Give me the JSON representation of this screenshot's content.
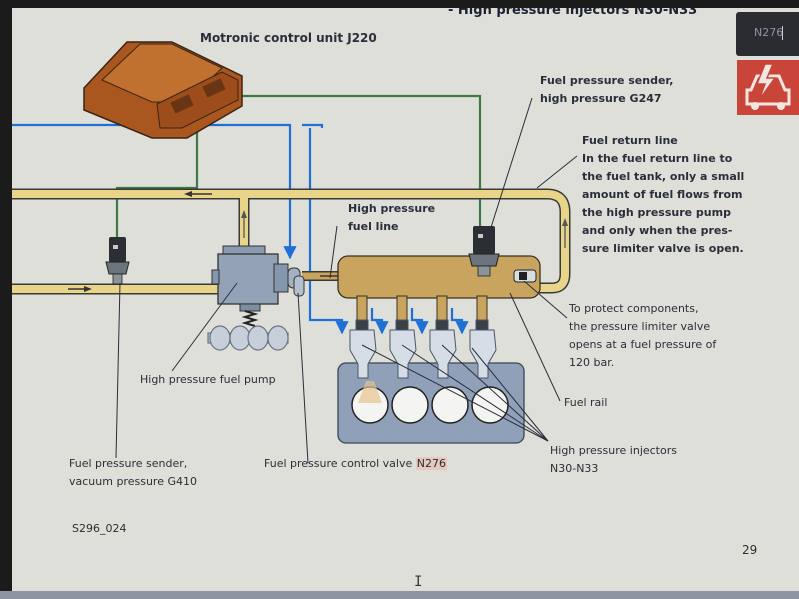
{
  "heading": "-   High pressure injectors N30-N33",
  "search": {
    "value": "N276"
  },
  "warning_icon": "electrical-warning-car-icon",
  "labels": {
    "ecu": "Motronic control unit J220",
    "g247_line1": "Fuel pressure sender,",
    "g247_line2": "high pressure G247",
    "return_title": "Fuel return line",
    "return_body": [
      "In the fuel return line to",
      "the fuel tank, only a small",
      "amount of fuel flows from",
      "the high pressure pump",
      "and only when the pres-",
      "sure limiter valve is open."
    ],
    "hp_line_1": "High pressure",
    "hp_line_2": "fuel line",
    "limiter": [
      "To protect components,",
      "the pressure limiter valve",
      "opens at a fuel pressure of",
      "120 bar."
    ],
    "fuel_rail": "Fuel rail",
    "injectors_1": "High pressure injectors",
    "injectors_2": "N30-N33",
    "pump": "High pressure fuel pump",
    "g410_1": "Fuel pressure sender,",
    "g410_2": "vacuum pressure G410",
    "valve_prefix": "Fuel pressure control valve ",
    "valve_code": "N276"
  },
  "figure_id": "S296_024",
  "page_number": "29",
  "colors": {
    "fuel_line": "#e8d58a",
    "signal_green": "#3d7a48",
    "signal_blue": "#1f6fd8",
    "ecu": "#b8652a",
    "rail": "#c9a45e",
    "engine_block": "#8fa0b8",
    "search_highlight": "#e8c7bd"
  }
}
